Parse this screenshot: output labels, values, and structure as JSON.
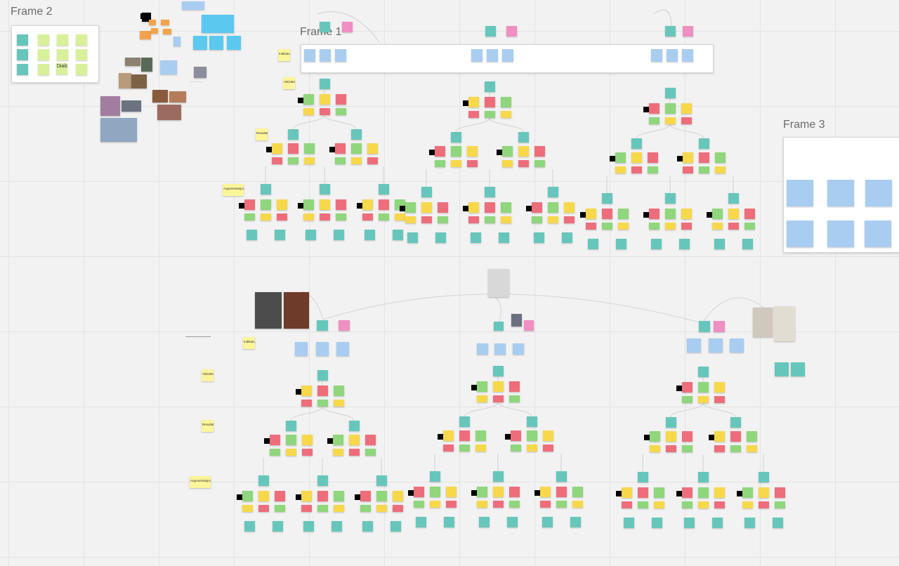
{
  "board": {
    "frames": [
      {
        "id": "frame-1",
        "label": "Frame 1"
      },
      {
        "id": "frame-2",
        "label": "Frame 2"
      },
      {
        "id": "frame-3",
        "label": "Frame 3"
      }
    ],
    "labels": {
      "indikator": "Indikator",
      "aktivitet": "Aktivitet",
      "resultat": "Resultat",
      "argumentasjon": "Argumentasjon",
      "dialog": "Dialog"
    },
    "colors": {
      "canvas": "#f2f2f2",
      "grid": "#e3e3e3",
      "teal": "#67c6bb",
      "green": "#8fd67c",
      "yellow": "#f7d84a",
      "red": "#ee6d7b",
      "pink": "#ef8fc2",
      "blue": "#a9cdf0",
      "lightyellow": "#fdf59a",
      "orange": "#f5a24a",
      "cyan": "#5bc9ef",
      "lime": "#d9f09a",
      "square": "#000000"
    }
  }
}
